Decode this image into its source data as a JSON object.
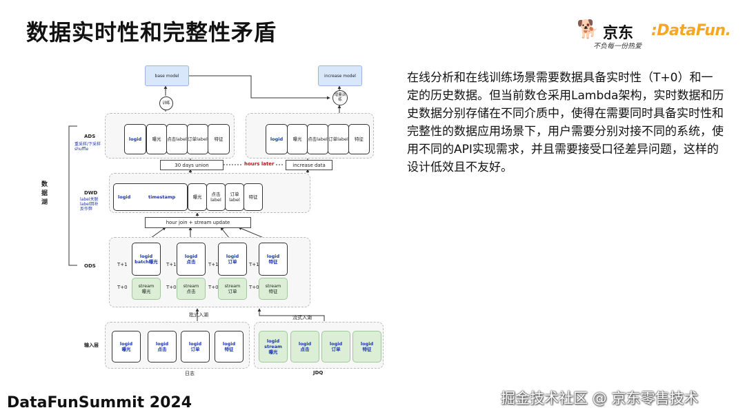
{
  "slide": {
    "title": "数据实时性和完整性矛盾",
    "jd_brand": "京东",
    "jd_slogan": "不负每一份热爱",
    "datafun_brand": ":DataFun.",
    "footer_event": "DataFunSummit 2024",
    "footer_watermark": "掘金技术社区 @ 京东零售技术",
    "description": "在线分析和在线训练场景需要数据具备实时性（T+0）和一定的历史数据。但当前数仓采用Lambda架构，实时数据和历史数据分别存储在不同介质中，使得在需要同时具备实时性和完整性的数据应用场景下，用户需要分别对接不同的系统，使用不同的API实现需求，并且需要接受口径差异问题，这样的设计低效且不友好。"
  },
  "diagram": {
    "lake_label": "数\n据\n湖",
    "layers": {
      "ads": "ADS",
      "ads_note": "重采样/下采样\nshuffle",
      "dwd": "DWD",
      "dwd_note": "label关联\nlabel回补\n反作弊",
      "ods": "ODS",
      "input": "输入层"
    },
    "models": {
      "base": "base model",
      "increase": "increase model"
    },
    "train": {
      "base": "训练",
      "increase": "增量训\n练"
    },
    "ads_left": [
      "logid",
      "曝光",
      "点击label",
      "订单label",
      "特征"
    ],
    "ads_right": [
      "logid",
      "曝光",
      "点击label",
      "订单label",
      "特征"
    ],
    "union_label": "30 days union",
    "hours_later": "hours later",
    "increase_data": "increase data",
    "dwd_cells": {
      "logid": "logid",
      "timestamp": "timestamp",
      "fields": [
        "曝光",
        "点击label",
        "订单label",
        "特征"
      ]
    },
    "join_label": "hour   join + stream update",
    "ods_batch": [
      "logid\nbatch曝光",
      "logid\n点击",
      "logid\n订单",
      "logid\n特征"
    ],
    "ods_stream": [
      "stream\n曝光",
      "stream\n点击",
      "stream\n订单",
      "stream\n特征"
    ],
    "t1": "T+1",
    "t0": "T+0",
    "batch_in": "批式入湖",
    "stream_in": "流式入湖",
    "input_log": [
      "logid\n曝光",
      "logid\n点击",
      "logid\n订单",
      "logid\n特征"
    ],
    "input_jdq": [
      "logid\nstream\n曝光",
      "logid\n点击",
      "logid\n订单",
      "logid\n特征"
    ],
    "log_label": "日志",
    "jdq_label": "JDQ"
  }
}
